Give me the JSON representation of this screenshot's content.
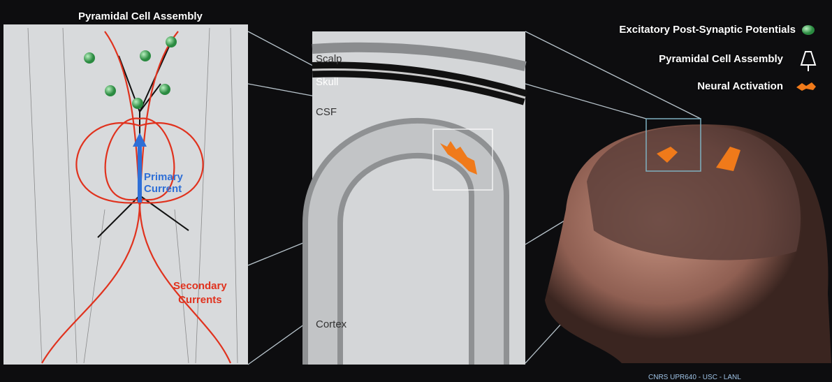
{
  "left_panel": {
    "title": "Pyramidal Cell Assembly",
    "primary_current": [
      "Primary",
      "Current"
    ],
    "secondary_currents": [
      "Secondary",
      "Currents"
    ]
  },
  "middle_panel": {
    "layers": [
      "Scalp",
      "Skull",
      "CSF",
      "Cortex"
    ]
  },
  "legend": {
    "items": [
      {
        "label": "Excitatory Post-Synaptic Potentials",
        "icon": "green-sphere-icon"
      },
      {
        "label": "Pyramidal Cell Assembly",
        "icon": "pyramidal-cell-icon"
      },
      {
        "label": "Neural Activation",
        "icon": "activation-flame-icon"
      }
    ]
  },
  "credit": "CNRS UPR640 - USC - LANL",
  "colors": {
    "current_primary": "#2f6fd6",
    "current_secondary": "#e0321e",
    "epsp": "#3fb35a",
    "activation": "#f07a1a",
    "head": "#b07a6a"
  }
}
